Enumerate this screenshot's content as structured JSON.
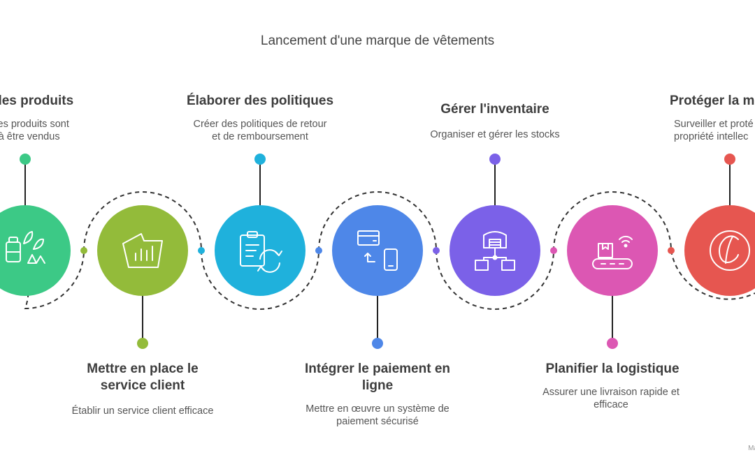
{
  "title": "Lancement d'une marque de vêtements",
  "watermark": "Ma",
  "steps": [
    {
      "title": "rer les produits",
      "description": "ue les produits sont\ns à être vendus",
      "color": "#3cc986",
      "icon": "eco-products-icon"
    },
    {
      "title": "Mettre en place le\nservice client",
      "description": "Établir un service client efficace",
      "color": "#93bb3a",
      "icon": "store-shelf-icon"
    },
    {
      "title": "Élaborer des politiques",
      "description": "Créer des politiques de retour\net de remboursement",
      "color": "#1fb1dc",
      "icon": "clipboard-refresh-icon"
    },
    {
      "title": "Intégrer le paiement en\nligne",
      "description": "Mettre en œuvre un système de\npaiement sécurisé",
      "color": "#4e87e8",
      "icon": "card-phone-payment-icon"
    },
    {
      "title": "Gérer l'inventaire",
      "description": "Organiser et gérer les stocks",
      "color": "#7b61e8",
      "icon": "warehouse-network-icon"
    },
    {
      "title": "Planifier la logistique",
      "description": "Assurer une livraison rapide et\nefficace",
      "color": "#dc57b3",
      "icon": "conveyor-wireless-icon"
    },
    {
      "title": "Protéger la m",
      "description": "Surveiller et proté\npropriété intellec",
      "color": "#e65650",
      "icon": "copyright-c-icon"
    }
  ]
}
